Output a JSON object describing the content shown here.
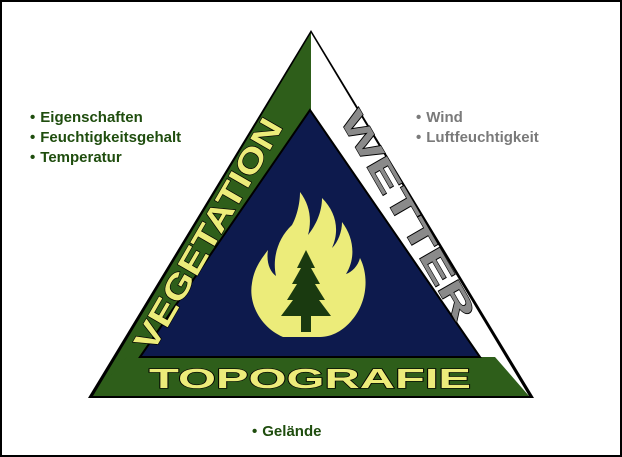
{
  "triangle": {
    "vegetation_label": "VEGETATION",
    "wetter_label": "WETTER",
    "topografie_label": "TOPOGRAFIE"
  },
  "vegetation_items": [
    "Eigenschaften",
    "Feuchtigkeitsgehalt",
    "Temperatur"
  ],
  "wetter_items": [
    "Wind",
    "Luftfeuchtigkeit"
  ],
  "topografie_items": [
    "Gelände"
  ],
  "colors": {
    "green": "#2e5e1a",
    "dark_green_text": "#1f4d0e",
    "navy": "#0d1a4d",
    "yellow": "#ecec7a",
    "gray": "#7a7a7a",
    "tree": "#1a3a10"
  }
}
